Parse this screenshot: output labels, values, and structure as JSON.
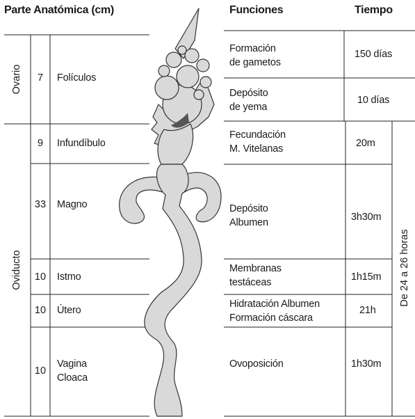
{
  "headers": {
    "anatomy": "Parte Anatómica (cm)",
    "functions": "Funciones",
    "time": "Tiempo"
  },
  "groups": {
    "ovario": "Ovario",
    "oviducto": "Oviducto"
  },
  "parts": [
    {
      "length": "7",
      "name": "Folículos"
    },
    {
      "length": "9",
      "name": "Infundíbulo"
    },
    {
      "length": "33",
      "name": "Magno"
    },
    {
      "length": "10",
      "name": "Istmo"
    },
    {
      "length": "10",
      "name": "Útero"
    },
    {
      "length": "10",
      "name": "Vagina\nCloaca"
    }
  ],
  "functions": [
    {
      "label": "Formación\nde gametos",
      "time": "150 días"
    },
    {
      "label": "Depósito\nde yema",
      "time": "10 días"
    },
    {
      "label": "Fecundación\nM. Vitelanas",
      "time": "20m"
    },
    {
      "label": "Depósito\nAlbumen",
      "time": "3h30m"
    },
    {
      "label": "Membranas\ntestáceas",
      "time": "1h15m"
    },
    {
      "label": "Hidratación Albumen\nFormación cáscara",
      "time": "21h"
    },
    {
      "label": "Ovoposición",
      "time": "1h30m"
    }
  ],
  "total_time": "De 24 a 26 horas",
  "colors": {
    "line": "#222222",
    "organ_fill": "#d9d9d9",
    "organ_stroke": "#333333"
  }
}
